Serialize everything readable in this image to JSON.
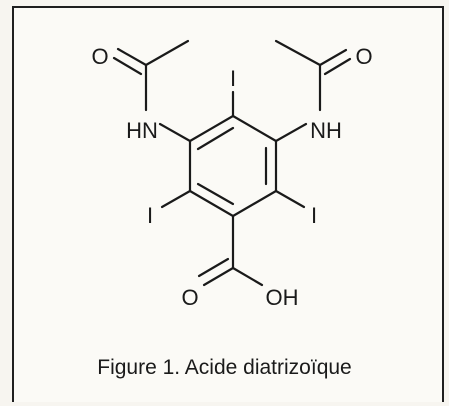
{
  "molecule": {
    "atom_labels": {
      "o_left": "O",
      "hn_left": "HN",
      "i_top": "I",
      "o_right": "O",
      "nh_right": "NH",
      "i_left": "I",
      "i_right": "I",
      "o_acid": "O",
      "oh_acid": "OH"
    }
  },
  "caption": "Figure 1. Acide diatrizoïque",
  "colors": {
    "ink": "#1a1a1a",
    "frame": "#1f1f1f",
    "background": "#fbfaf6"
  }
}
